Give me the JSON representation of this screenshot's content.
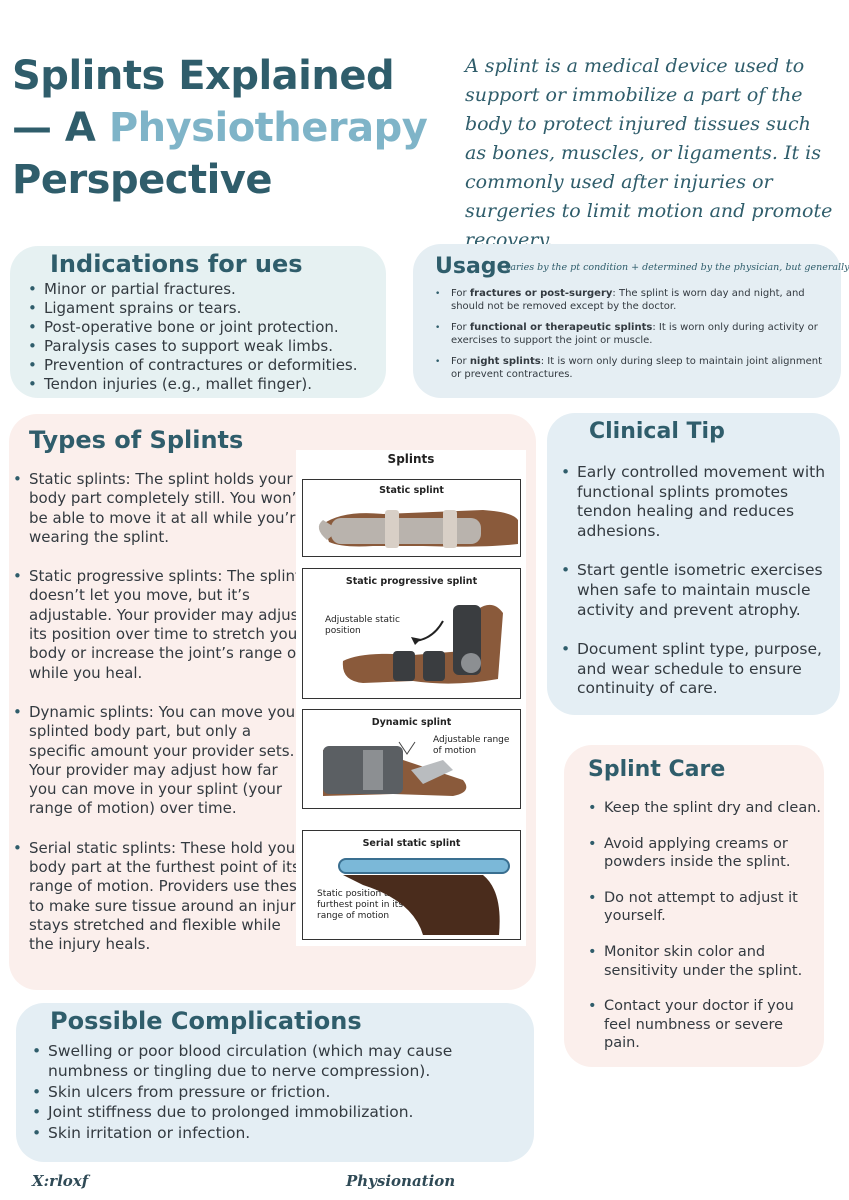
{
  "title": {
    "line1": "Splints Explained",
    "line2_prefix": "— A ",
    "line2_accent": "Physiotherapy",
    "line3": "Perspective"
  },
  "intro": "A splint is a medical device used to support or immobilize a part of the body to protect injured tissues such as bones, muscles, or ligaments. It is commonly used after injuries or surgeries to limit motion and promote recovery.",
  "indications": {
    "heading": "Indications for ues",
    "items": [
      "Minor or partial fractures.",
      "Ligament sprains or tears.",
      "Post-operative bone or joint protection.",
      "Paralysis cases to support weak limbs.",
      "Prevention of contractures or deformities.",
      "Tendon injuries (e.g., mallet finger)."
    ]
  },
  "usage": {
    "heading": "Usage",
    "subtitle": "varies by the pt condition + determined by the physician, but generally:",
    "items": [
      {
        "prefix": "For ",
        "bold": "fractures or post-surgery",
        "rest": ": The splint is worn day and night, and should not be removed except by the doctor."
      },
      {
        "prefix": "For ",
        "bold": "functional or therapeutic splints",
        "rest": ": It is worn only during activity or exercises to support the joint or muscle."
      },
      {
        "prefix": "For ",
        "bold": "night splints",
        "rest": ": It is worn only during sleep to maintain joint alignment or prevent contractures."
      }
    ]
  },
  "types": {
    "heading": "Types of Splints",
    "items": [
      "Static splints: The splint holds your body part completely still. You won’t be able to move it at all while you’re wearing the splint.",
      "Static progressive splints: The splint doesn’t let you move, but it’s adjustable. Your provider may adjust its position over time to stretch your body or increase the joint’s range of  while you heal.",
      "Dynamic splints: You can move your splinted body part, but only a specific amount your provider sets. Your provider may adjust how far you can move in your splint (your range of motion) over time.",
      "Serial static splints: These hold your body part at the furthest point of its range of motion. Providers use these to make sure tissue around an injury stays stretched and flexible while the injury heals."
    ]
  },
  "figure": {
    "title": "Splints",
    "panels": [
      {
        "label": "Static splint"
      },
      {
        "label": "Static progressive splint",
        "note": "Adjustable static position"
      },
      {
        "label": "Dynamic splint",
        "note": "Adjustable range of motion"
      },
      {
        "label": "Serial static splint",
        "note": "Static position at furthest point in its range of motion"
      }
    ]
  },
  "tip": {
    "heading": "Clinical Tip",
    "items": [
      "Early controlled movement with functional splints promotes tendon healing and reduces adhesions.",
      "Start gentle isometric exercises when safe to maintain muscle activity and prevent atrophy.",
      " Document splint type, purpose, and wear schedule to ensure continuity of care."
    ]
  },
  "care": {
    "heading": "Splint Care",
    "items": [
      "Keep the splint dry and clean.",
      "Avoid applying creams or powders inside the splint.",
      "Do not attempt to adjust it yourself.",
      "Monitor skin color and sensitivity under the splint.",
      "Contact your doctor if you feel numbness or severe pain."
    ]
  },
  "complications": {
    "heading": "Possible Complications",
    "items": [
      "Swelling or poor blood circulation (which may cause numbness or tingling due to nerve compression).",
      "Skin ulcers from pressure or friction.",
      "Joint stiffness due to prolonged immobilization.",
      "Skin irritation or infection."
    ]
  },
  "footer": {
    "left": "X:rloxf",
    "right": "Physionation"
  },
  "colors": {
    "heading": "#2f5d6b",
    "accent": "#7fb4c8",
    "card_blue": "#e4eef4",
    "card_teal": "#e6f1f2",
    "card_pink": "#fbefec"
  }
}
